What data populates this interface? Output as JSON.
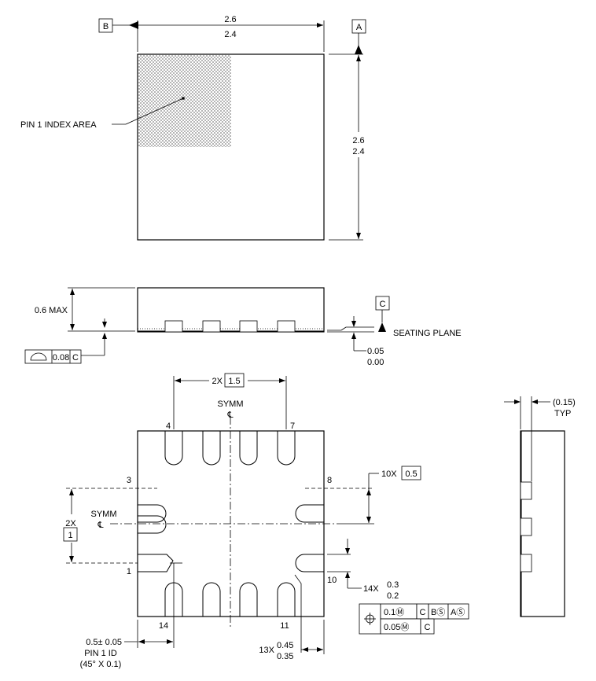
{
  "top_view": {
    "datum_b": "B",
    "datum_a": "A",
    "width_max": "2.6",
    "width_min": "2.4",
    "height_max": "2.6",
    "height_min": "2.4",
    "pin1_label": "PIN 1 INDEX AREA"
  },
  "side_view": {
    "height_label": "0.6 MAX",
    "datum_c": "C",
    "seating_plane": "SEATING PLANE",
    "standoff_max": "0.05",
    "standoff_min": "0.00",
    "flatness_value": "0.08",
    "flatness_datum": "C"
  },
  "bottom_view": {
    "pitch_count": "2X",
    "pitch_value": "1.5",
    "symm": "SYMM",
    "centerline_symbol": "℄",
    "pin_numbers": [
      "4",
      "7",
      "3",
      "8",
      "1",
      "10",
      "14",
      "11"
    ],
    "pitch10_count": "10X",
    "pitch10_value": "0.5",
    "vert_count": "2X",
    "vert_value": "1",
    "width_count": "14X",
    "width_max": "0.3",
    "width_min": "0.2",
    "len_count": "13X",
    "len_max": "0.45",
    "len_min": "0.35",
    "pin1_id_dim": "0.5± 0.05",
    "pin1_id": "PIN 1 ID",
    "pin1_id_chamfer": "(45° X 0.1)",
    "position_symbol": "⌖",
    "tol1": "0.1Ⓜ",
    "tol1_c": "C",
    "tol1_b": "BⓈ",
    "tol1_a": "AⓈ",
    "tol2": "0.05Ⓜ",
    "tol2_c": "C"
  },
  "right_view": {
    "typ_value": "(0.15)",
    "typ_label": "TYP"
  }
}
